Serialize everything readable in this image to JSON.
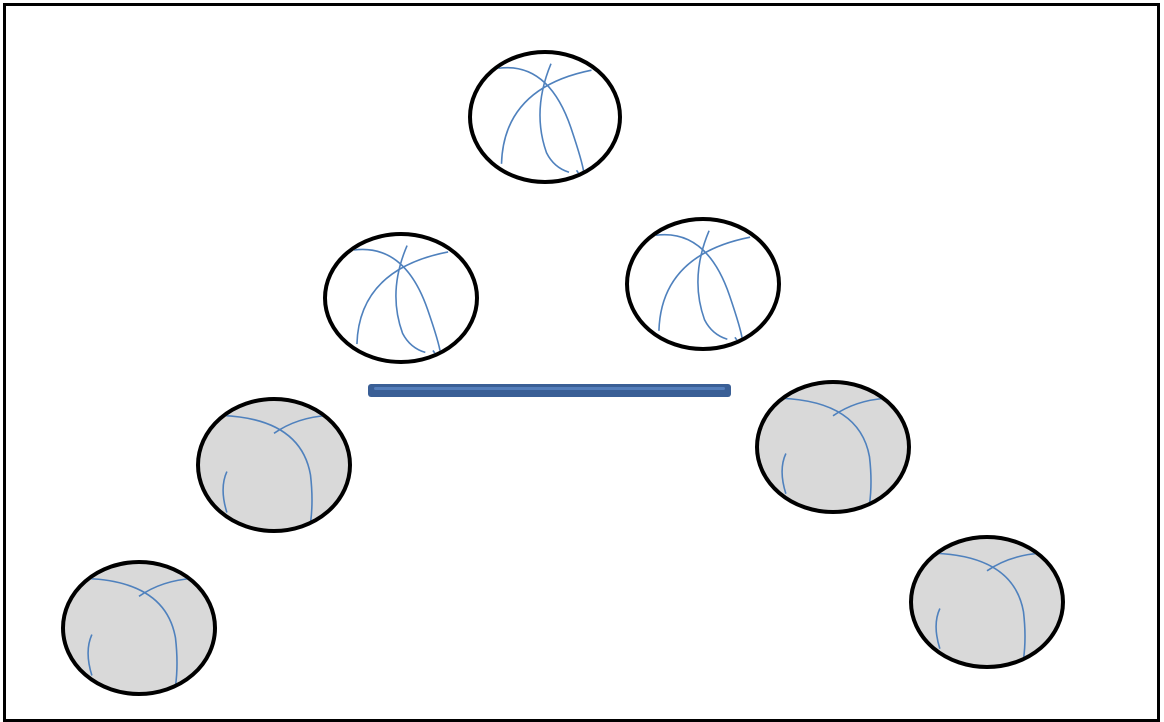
{
  "diagram": {
    "colors": {
      "background": "#ffffff",
      "frame": "#000000",
      "ball_outline": "#000000",
      "ball_fill_white": "#ffffff",
      "ball_fill_gray": "#d9d9d9",
      "seam": "#4f81bd",
      "bar": "#3a5f96",
      "bar_highlight": "#5b86c4"
    },
    "balls": [
      {
        "id": "top-center",
        "style": "white"
      },
      {
        "id": "middle-left",
        "style": "white"
      },
      {
        "id": "middle-right",
        "style": "white"
      },
      {
        "id": "lower-left",
        "style": "gray"
      },
      {
        "id": "lower-right",
        "style": "gray"
      },
      {
        "id": "bottom-left",
        "style": "gray"
      },
      {
        "id": "bottom-right",
        "style": "gray"
      }
    ],
    "bar": {
      "id": "horizontal-bar"
    }
  }
}
